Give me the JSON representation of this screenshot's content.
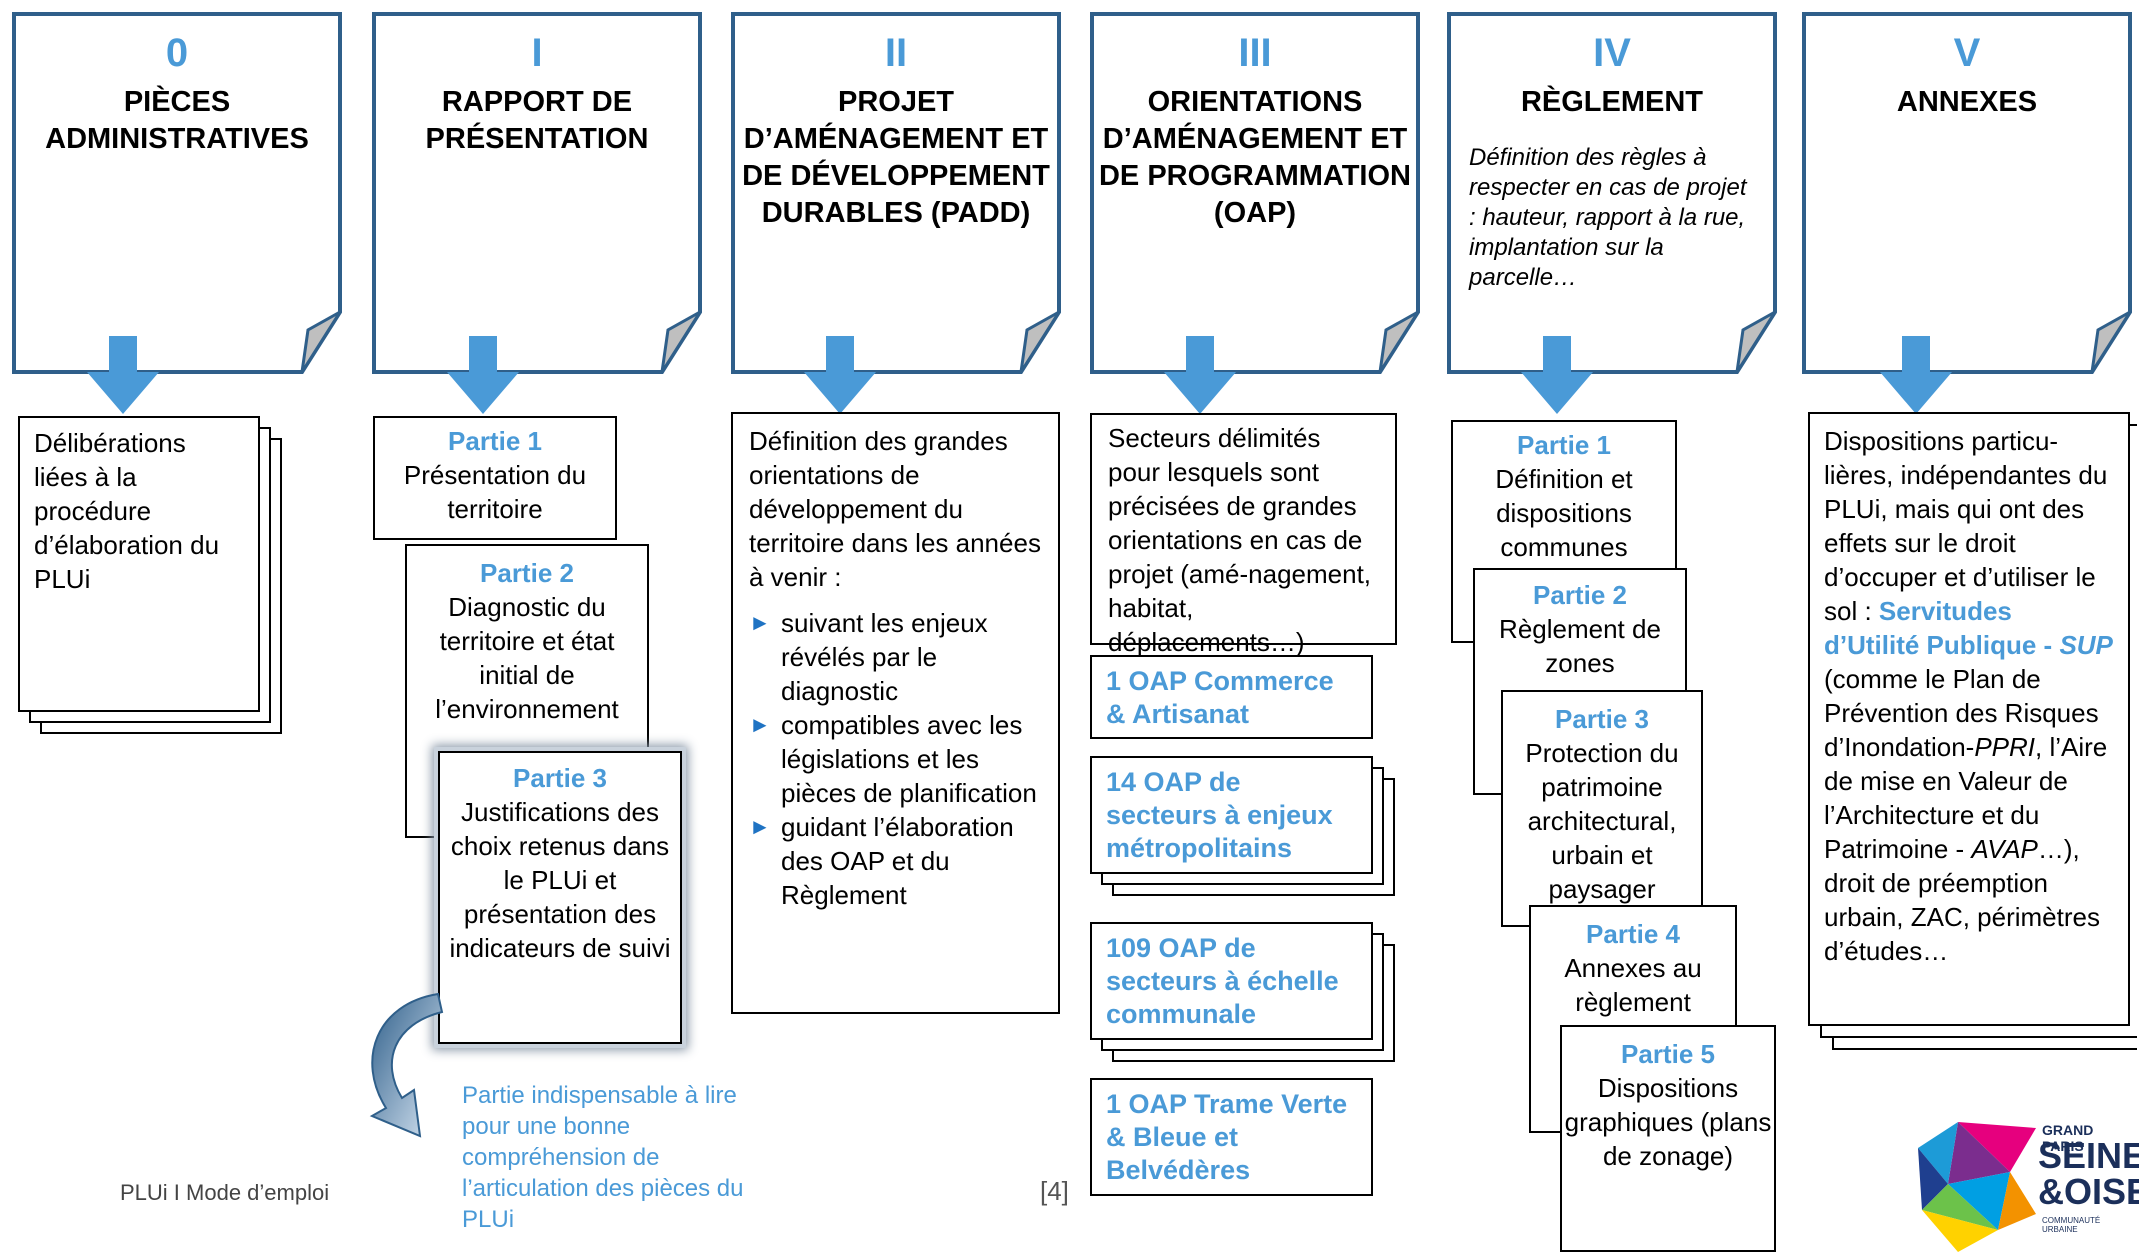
{
  "columns": [
    {
      "numeral": "0",
      "title": "PIÈCES ADMINISTRATIVES",
      "description": ""
    },
    {
      "numeral": "I",
      "title": "RAPPORT DE PRÉSENTATION",
      "description": ""
    },
    {
      "numeral": "II",
      "title": "PROJET D’AMÉNAGEMENT ET DE DÉVELOPPEMENT DURABLES (PADD)",
      "description": ""
    },
    {
      "numeral": "III",
      "title": "ORIENTATIONS D’AMÉNAGEMENT ET DE PROGRAMMATION (OAP)",
      "description": ""
    },
    {
      "numeral": "IV",
      "title": "RÈGLEMENT",
      "description": "Définition des règles à respecter en cas de projet : hauteur, rapport à la rue, implantation sur la parcelle…"
    },
    {
      "numeral": "V",
      "title": "ANNEXES",
      "description": ""
    }
  ],
  "col0": {
    "text": "Délibérations liées à la procédure d’élaboration du PLUi"
  },
  "col1": {
    "parts": [
      {
        "title": "Partie 1",
        "text": "Présentation du territoire"
      },
      {
        "title": "Partie 2",
        "text": "Diagnostic du territoire et état initial de l’environnement"
      },
      {
        "title": "Partie 3",
        "text": "Justifications des choix retenus dans le PLUi et présentation des indicateurs de suivi"
      }
    ],
    "note": "Partie indispensable à lire pour une bonne compréhension de l’articulation des pièces du PLUi"
  },
  "col2": {
    "intro": "Définition des grandes orientations de développement du territoire dans les années à venir :",
    "bullets": [
      "suivant les enjeux révélés par le diagnostic",
      "compatibles avec les législations et les pièces de planification",
      "guidant l’élaboration des OAP et du Règlement"
    ]
  },
  "col3": {
    "intro": "Secteurs délimités pour lesquels sont précisées de grandes orientations en cas de projet (amé-nagement, habitat, déplacements…)",
    "oaps": [
      "1 OAP Commerce & Artisanat",
      "14 OAP de secteurs à enjeux métropolitains",
      "109 OAP de secteurs à échelle communale",
      "1 OAP Trame Verte & Bleue et Belvédères"
    ]
  },
  "col4": {
    "parts": [
      {
        "title": "Partie 1",
        "text": "Définition et dispositions communes"
      },
      {
        "title": "Partie 2",
        "text": "Règlement de zones"
      },
      {
        "title": "Partie 3",
        "text": "Protection du patrimoine architectural, urbain et paysager"
      },
      {
        "title": "Partie 4",
        "text": "Annexes au règlement"
      },
      {
        "title": "Partie 5",
        "text": "Dispositions graphiques (plans de zonage)"
      }
    ]
  },
  "col5": {
    "t1": "Dispositions particu-lières, indépendantes du PLUi, mais qui ont des effets sur le droit d’occuper et d’utiliser le sol : ",
    "sup_bold": "Servitudes d’Utilité Publique - ",
    "sup_italic": "SUP",
    "t2": " (comme le Plan de Prévention des Risques d’Inondation-",
    "ppri": "PPRI",
    "t3": ", l’Aire de mise en Valeur de l’Architecture et du Patrimoine - ",
    "avap": "AVAP",
    "t4": "…), droit de préemption urbain, ZAC, périmètres d’études…"
  },
  "footer": {
    "left": "PLUi I Mode d’emploi",
    "page": "[4]"
  },
  "logo": {
    "line1": "GRAND PARIS",
    "line2": "SEINE",
    "line3": "&OISE",
    "line4": "COMMUNAUTÉ URBAINE"
  },
  "colors": {
    "accent": "#4a9ad7",
    "frame": "#2f5f8a",
    "fold": "#bfbfbf",
    "arrow": "#4a9ad7"
  }
}
